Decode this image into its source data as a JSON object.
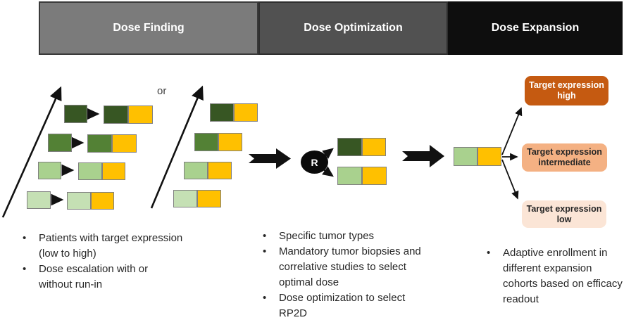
{
  "phases": [
    {
      "label": "Dose Finding",
      "bg": "#7b7b7b"
    },
    {
      "label": "Dose Optimization",
      "bg": "#515151"
    },
    {
      "label": "Dose Expansion",
      "bg": "#0e0e0e"
    }
  ],
  "dose_finding": {
    "or_label": "or",
    "notes": [
      "Patients with target expression (low to high)",
      "Dose escalation with or without run-in"
    ]
  },
  "dose_optimization": {
    "randomization_label": "R",
    "notes": [
      "Specific tumor types",
      "Mandatory tumor biopsies and correlative studies to select optimal dose",
      "Dose optimization to select RP2D"
    ]
  },
  "dose_expansion": {
    "cohorts": [
      {
        "label": "Target expression high",
        "bg": "#c55a11",
        "text_color": "#ffffff"
      },
      {
        "label": "Target expression intermediate",
        "bg": "#f4b183",
        "text_color": "#262626"
      },
      {
        "label": "Target expression low",
        "bg": "#fbe5d6",
        "text_color": "#262626"
      }
    ],
    "notes": [
      "Adaptive enrollment in different expansion cohorts based on efficacy readout"
    ]
  },
  "colors": {
    "dose_level_lowest": "#c5e0b4",
    "dose_level_low": "#a9d18e",
    "dose_level_high": "#538135",
    "dose_level_highest": "#375623",
    "combination_agent_yellow": "#ffc000"
  }
}
